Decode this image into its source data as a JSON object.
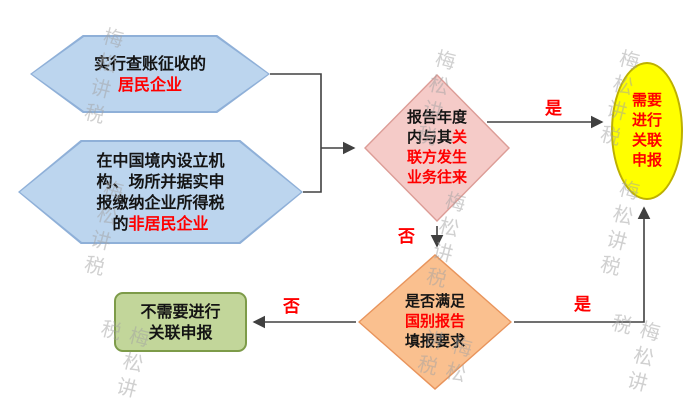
{
  "watermark": {
    "text": "梅松讲税"
  },
  "nodes": {
    "hexagon_resident": {
      "prefix": "实行查账征收的",
      "highlight": "居民企业"
    },
    "hexagon_nonresident": {
      "prefix": "在中国境内设立机构、场所并据实申报缴纳企业所得税的",
      "highlight": "非居民企业"
    },
    "diamond_related_dealings": {
      "prefix": "报告年度内与其",
      "highlight": "关联方发生业务往来"
    },
    "diamond_cbc_report": {
      "prefix": "是否满足",
      "highlight": "国别报告",
      "suffix": "填报要求"
    },
    "ellipse_need_filing": {
      "text": "需要进行关联申报"
    },
    "box_no_filing": {
      "text": "不需要进行关联申报"
    }
  },
  "labels": {
    "yes1": "是",
    "no1": "否",
    "yes2": "是",
    "no2": "否"
  },
  "colors": {
    "hexagon_fill": "#bcd5ee",
    "hexagon_border": "#8fb0d8",
    "diamond1_fill": "#f5cbc8",
    "diamond1_border": "#dc9c96",
    "diamond2_fill": "#fac08f",
    "diamond2_border": "#e8945c",
    "ellipse_fill": "#ffff00",
    "ellipse_border": "#bdb000",
    "box_fill": "#c2d69a",
    "box_border": "#7d9b49",
    "highlight_text": "#ff0000",
    "connector": "#404040",
    "watermark": "#a3a3a3"
  }
}
